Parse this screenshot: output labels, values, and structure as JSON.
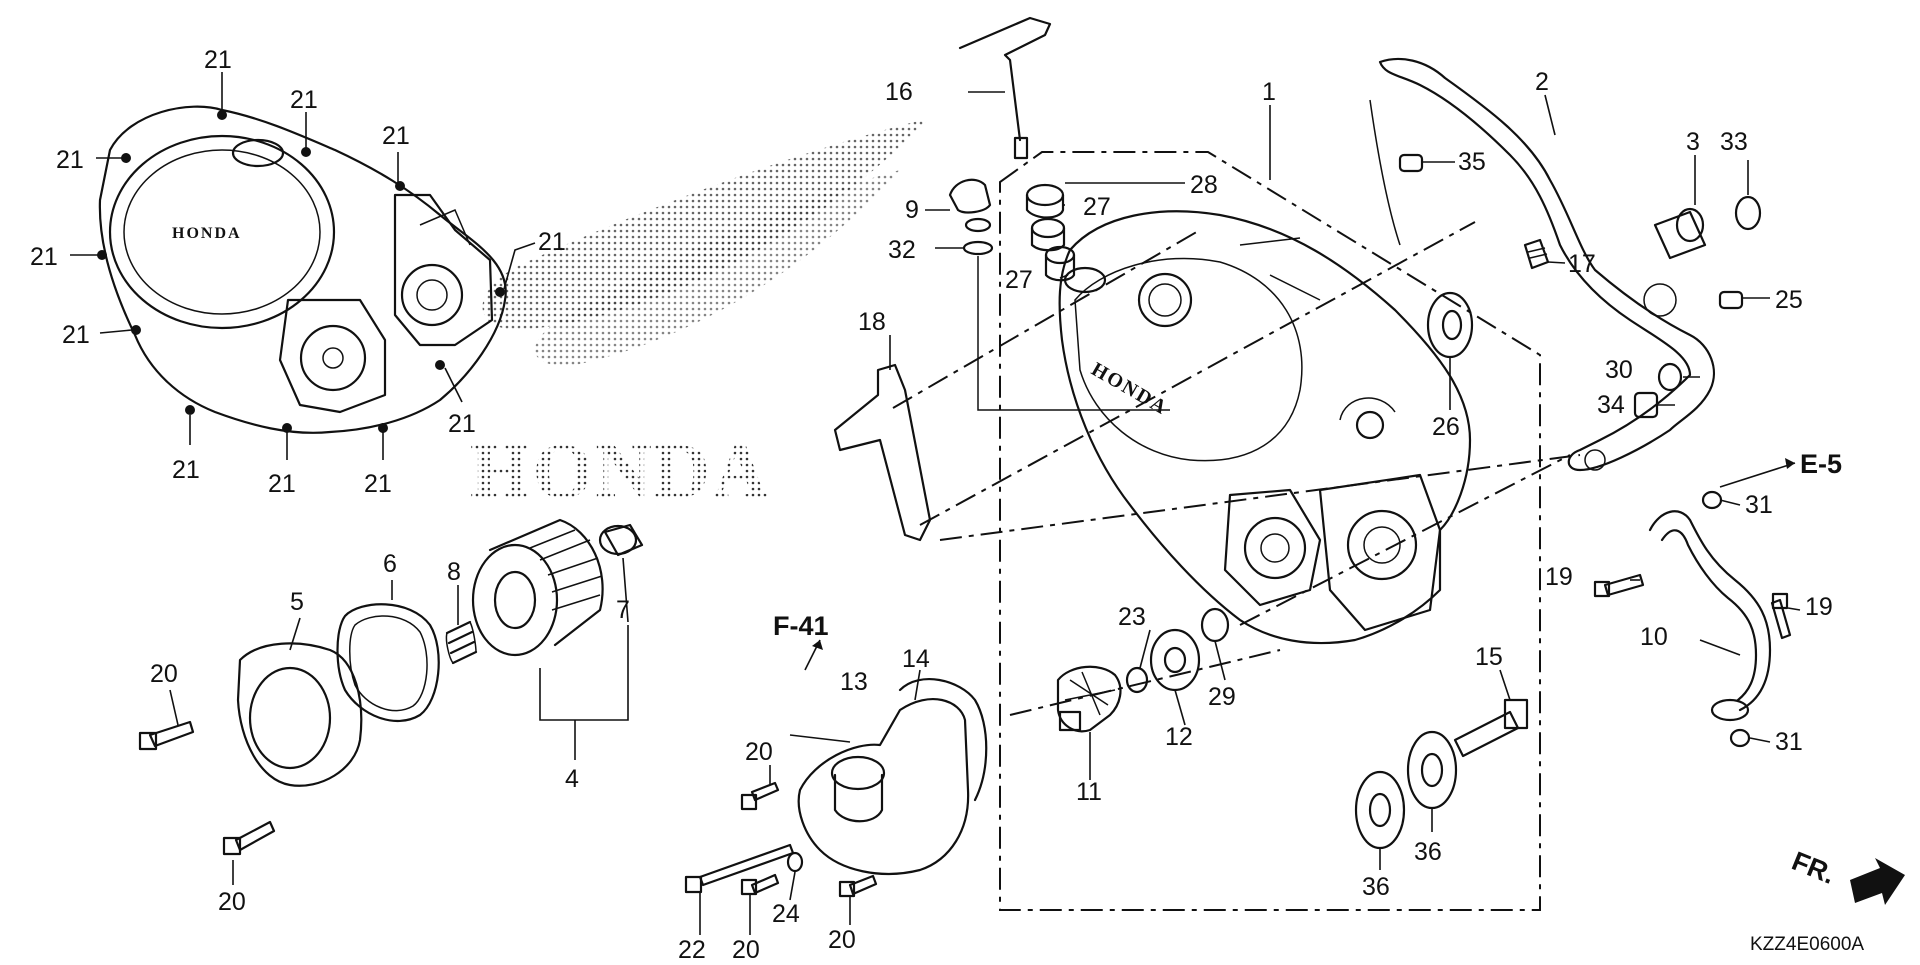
{
  "title": "",
  "diagram_code": "KZZ4E0600A",
  "references": {
    "e5": "E-5",
    "f41": "F-41",
    "fr": "FR."
  },
  "brand": {
    "cover_left": "HONDA",
    "cover_right": "HONDA",
    "watermark": "HONDA"
  },
  "callouts": {
    "c1": "1",
    "c2": "2",
    "c3": "3",
    "c4": "4",
    "c5": "5",
    "c6": "6",
    "c7": "7",
    "c8": "8",
    "c9": "9",
    "c10": "10",
    "c11": "11",
    "c12": "12",
    "c13": "13",
    "c14": "14",
    "c15": "15",
    "c16": "16",
    "c17": "17",
    "c18": "18",
    "c19a": "19",
    "c19b": "19",
    "c20a": "20",
    "c20b": "20",
    "c20c": "20",
    "c20d": "20",
    "c20e": "20",
    "c21a": "21",
    "c21b": "21",
    "c21c": "21",
    "c21d": "21",
    "c21e": "21",
    "c21f": "21",
    "c21g": "21",
    "c21h": "21",
    "c21i": "21",
    "c21j": "21",
    "c21k": "21",
    "c22": "22",
    "c23": "23",
    "c24": "24",
    "c25": "25",
    "c26": "26",
    "c27a": "27",
    "c27b": "27",
    "c28": "28",
    "c29": "29",
    "c30": "30",
    "c31a": "31",
    "c31b": "31",
    "c32": "32",
    "c33": "33",
    "c34": "34",
    "c35": "35",
    "c36a": "36",
    "c36b": "36"
  }
}
